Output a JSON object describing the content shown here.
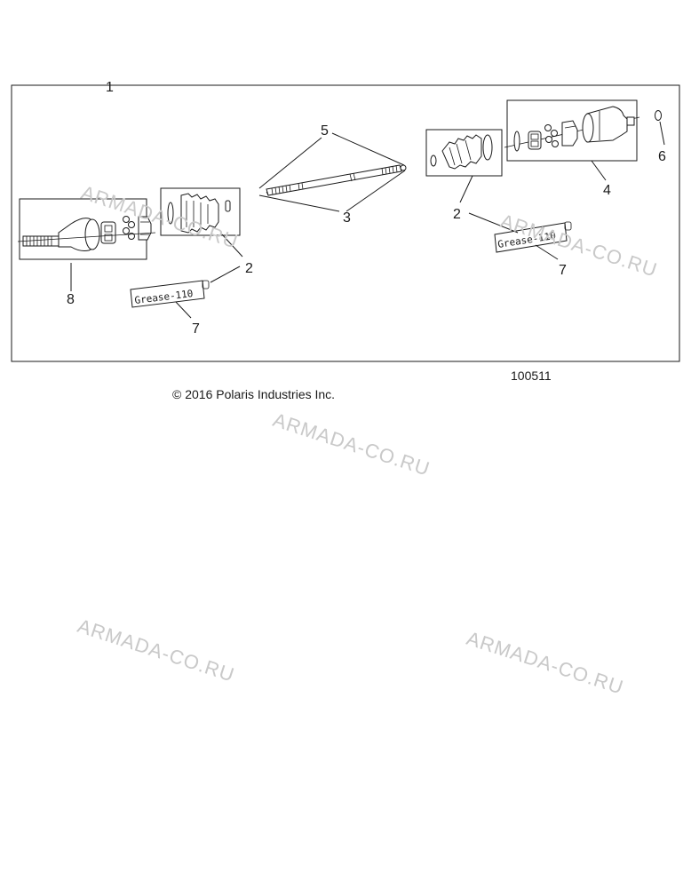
{
  "callouts": {
    "c1": "1",
    "c2a": "2",
    "c2b": "2",
    "c3": "3",
    "c4": "4",
    "c5": "5",
    "c6": "6",
    "c7a": "7",
    "c7b": "7",
    "c8": "8"
  },
  "grease": {
    "label_left": "Grease-110",
    "label_right": "Grease-110"
  },
  "diagram_number": "100511",
  "copyright": "© 2016 Polaris Industries Inc.",
  "watermark": "ARMADA-CO.RU"
}
